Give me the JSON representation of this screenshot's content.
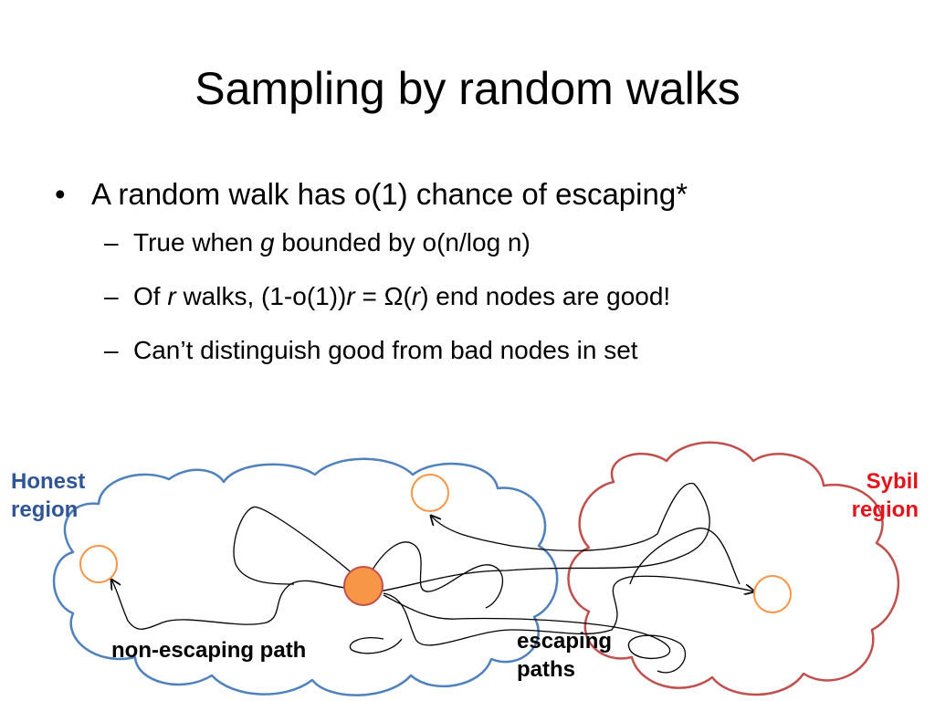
{
  "slide": {
    "title": "Sampling by random walks",
    "bullet": "A random walk has o(1) chance of escaping*",
    "sub1": {
      "a": "True when ",
      "var": "g",
      "b": " bounded by o(n/log n)"
    },
    "sub2": {
      "a": "Of ",
      "var1": "r",
      "b": " walks, (1-o(1))",
      "var2": "r",
      "c": " = Ω(",
      "var3": "r",
      "d": ") end nodes are good!"
    },
    "sub3": "Can’t distinguish good from bad nodes in set"
  },
  "diagram": {
    "honest_label": [
      "Honest",
      "region"
    ],
    "sybil_label": [
      "Sybil",
      "region"
    ],
    "nonescaping_label": "non-escaping path",
    "escaping_label": [
      "escaping",
      "paths"
    ],
    "colors": {
      "honest_cloud": "#4F81BD",
      "sybil_cloud": "#C0504D",
      "honest_text": "#2F5597",
      "sybil_text": "#E0141A",
      "node_outline": "#F79646",
      "start_node_fill": "#F79646",
      "start_node_stroke": "#C0504D"
    }
  }
}
